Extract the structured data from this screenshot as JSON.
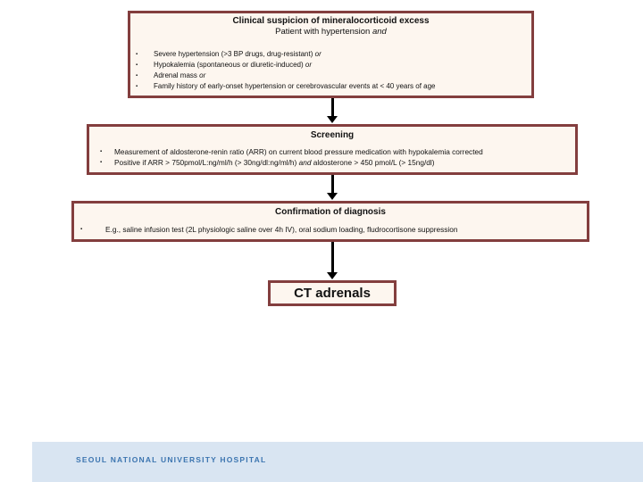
{
  "colors": {
    "box_border": "#833e3e",
    "box_fill": "#fdf6ef",
    "arrow": "#000000",
    "footer_bar": "#d9e5f2",
    "footer_text": "#3c75b0"
  },
  "glyphs": {
    "bullet_icon": "▪"
  },
  "flow": {
    "suspicion": {
      "title": "Clinical suspicion of mineralocorticoid excess",
      "subtitle_pre": "Patient with hypertension ",
      "subtitle_em": "and",
      "bullets": [
        {
          "pre": "Severe hypertension (>3 BP drugs, drug-resistant) ",
          "em": "or",
          "post": ""
        },
        {
          "pre": "Hypokalemia (spontaneous or diuretic-induced) ",
          "em": "or",
          "post": ""
        },
        {
          "pre": "Adrenal mass ",
          "em": "or",
          "post": ""
        },
        {
          "pre": "Family history of early-onset hypertension or cerebrovascular events at < 40 years of age",
          "em": "",
          "post": ""
        }
      ]
    },
    "screening": {
      "title": "Screening",
      "bullets": [
        {
          "pre": "Measurement of aldosterone-renin ratio (ARR) on current blood pressure medication with hypokalemia corrected",
          "em": "",
          "post": ""
        },
        {
          "pre": "Positive if ARR > 750pmol/L:ng/ml/h (> 30ng/dl:ng/ml/h) ",
          "em": "and",
          "post": " aldosterone > 450 pmol/L (> 15ng/dl)"
        }
      ]
    },
    "confirmation": {
      "title": "Confirmation of diagnosis",
      "bullets": [
        {
          "pre": "E.g., saline infusion test (2L physiologic saline over 4h IV), oral sodium loading, fludrocortisone suppression",
          "em": "",
          "post": ""
        }
      ]
    },
    "result": {
      "label": "CT adrenals"
    }
  },
  "footer": {
    "hospital_name": "SEOUL NATIONAL UNIVERSITY HOSPITAL"
  }
}
